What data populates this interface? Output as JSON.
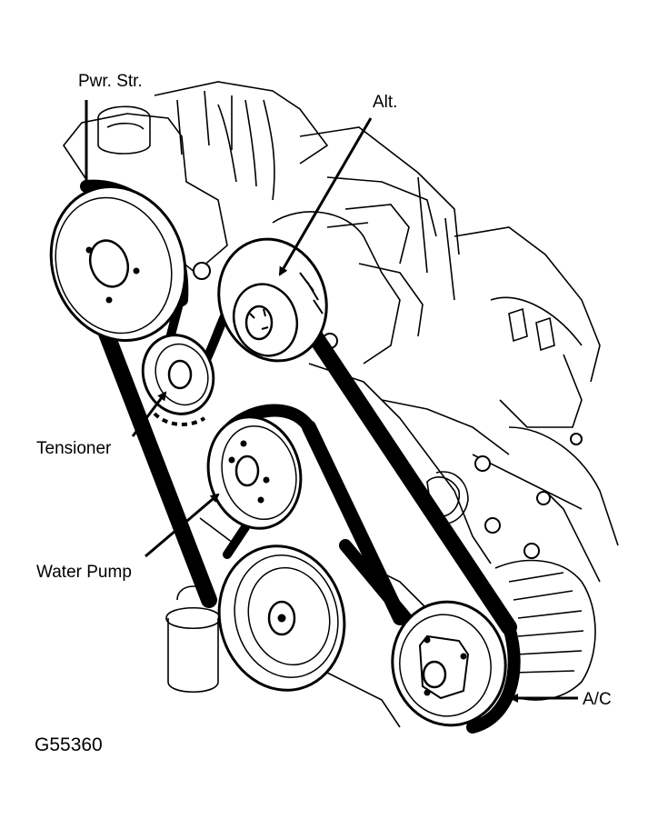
{
  "labels": {
    "power_steering": "Pwr. Str.",
    "alternator": "Alt.",
    "tensioner": "Tensioner",
    "water_pump": "Water Pump",
    "ac": "A/C"
  },
  "figure_code": "G55360",
  "colors": {
    "ink": "#000000",
    "paper": "#ffffff"
  }
}
